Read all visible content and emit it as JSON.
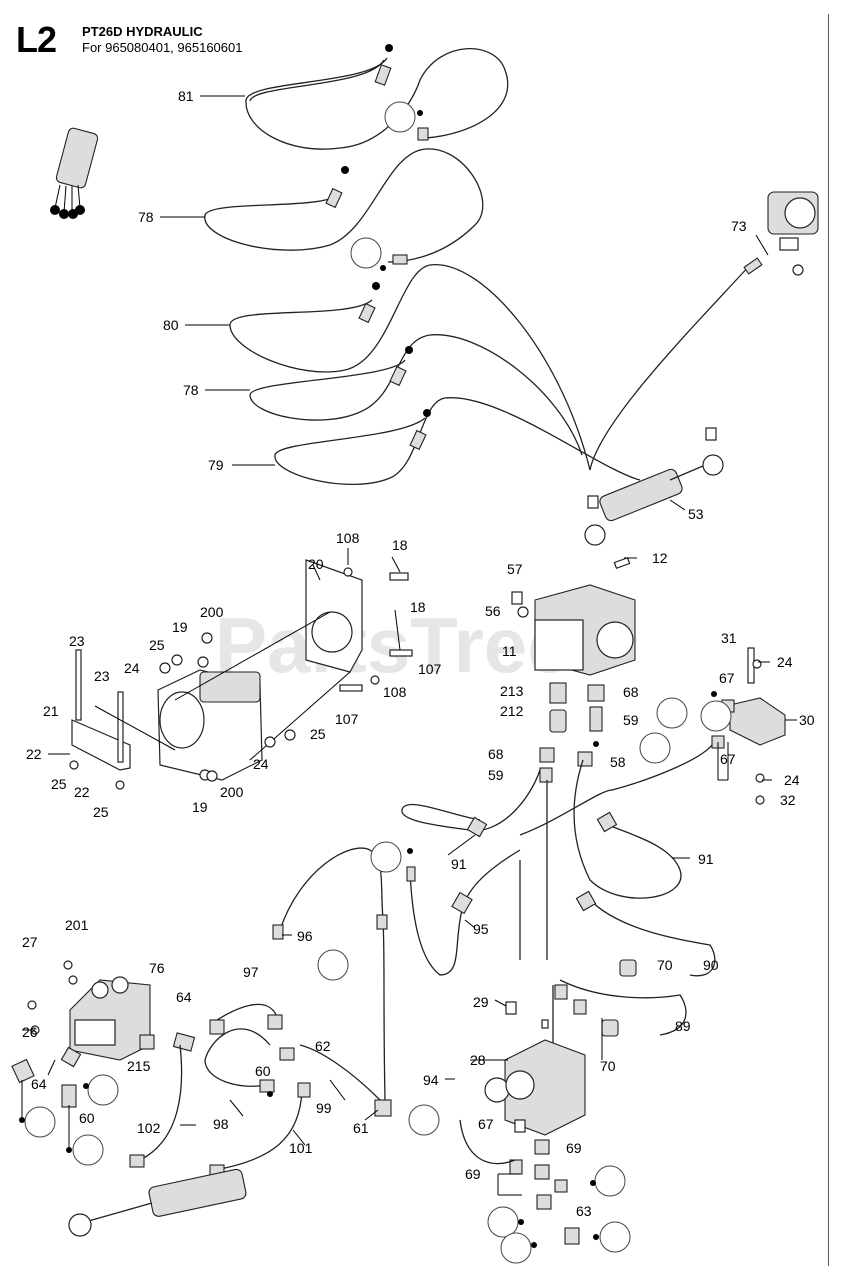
{
  "header": {
    "page_code": "L2",
    "model_title": "PT26D HYDRAULIC",
    "serial_line": "For 965080401, 965160601"
  },
  "watermark": "PartsTree",
  "callouts": {
    "c81": "81",
    "c78a": "78",
    "c80": "80",
    "c78b": "78",
    "c79": "79",
    "c73": "73",
    "c53": "53",
    "c108a": "108",
    "c18a": "18",
    "c20": "20",
    "c18b": "18",
    "c200a": "200",
    "c19a": "19",
    "c25a": "25",
    "c24a": "24",
    "c23a": "23",
    "c23b": "23",
    "c107a": "107",
    "c108b": "108",
    "c107b": "107",
    "c21": "21",
    "c22a": "22",
    "c25b": "25",
    "c25c": "25",
    "c22b": "22",
    "c24b": "24",
    "c25d": "25",
    "c19b": "19",
    "c200b": "200",
    "c57": "57",
    "c12": "12",
    "c56": "56",
    "c11": "11",
    "c213": "213",
    "c68a": "68",
    "c212": "212",
    "c59a": "59",
    "c68b": "68",
    "c58": "58",
    "c59b": "59",
    "c31": "31",
    "c24c": "24",
    "c67a": "67",
    "c30": "30",
    "c67b": "67",
    "c24d": "24",
    "c32": "32",
    "c91a": "91",
    "c91b": "91",
    "c95": "95",
    "c96": "96",
    "c27": "27",
    "c201": "201",
    "c76": "76",
    "c97": "97",
    "c64a": "64",
    "c26": "26",
    "c64b": "64",
    "c215": "215",
    "c60a": "60",
    "c62": "62",
    "c60b": "60",
    "c102": "102",
    "c98": "98",
    "c99": "99",
    "c61": "61",
    "c101": "101",
    "c70a": "70",
    "c90": "90",
    "c29": "29",
    "c89": "89",
    "c28": "28",
    "c70b": "70",
    "c94": "94",
    "c67c": "67",
    "c69a": "69",
    "c69b": "69",
    "c63": "63"
  }
}
